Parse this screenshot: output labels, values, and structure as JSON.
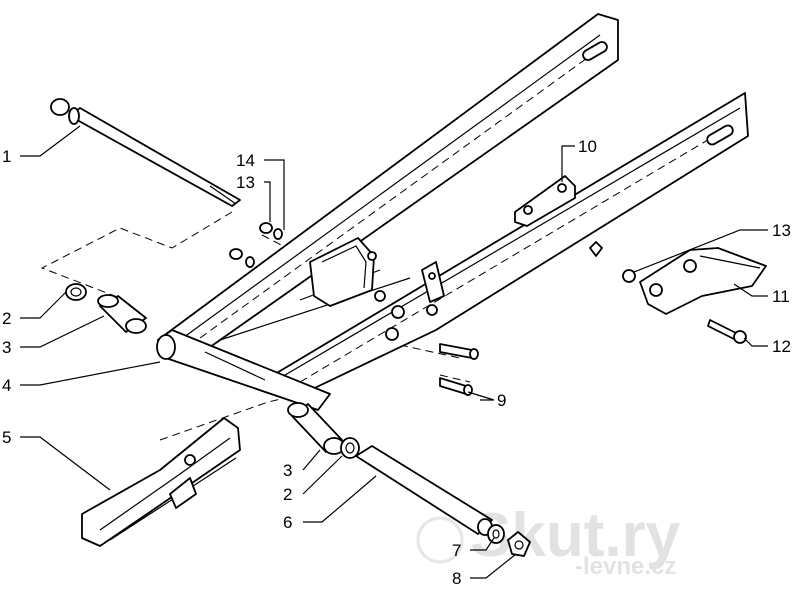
{
  "labels": [
    {
      "id": "1",
      "text": "1"
    },
    {
      "id": "2a",
      "text": "2"
    },
    {
      "id": "3a",
      "text": "3"
    },
    {
      "id": "4",
      "text": "4"
    },
    {
      "id": "5",
      "text": "5"
    },
    {
      "id": "3b",
      "text": "3"
    },
    {
      "id": "2b",
      "text": "2"
    },
    {
      "id": "6",
      "text": "6"
    },
    {
      "id": "7",
      "text": "7"
    },
    {
      "id": "8",
      "text": "8"
    },
    {
      "id": "9",
      "text": "9"
    },
    {
      "id": "10",
      "text": "10"
    },
    {
      "id": "11",
      "text": "11"
    },
    {
      "id": "12",
      "text": "12"
    },
    {
      "id": "13a",
      "text": "13"
    },
    {
      "id": "13b",
      "text": "13"
    },
    {
      "id": "14",
      "text": "14"
    }
  ],
  "watermark": {
    "brand": "Skut.ry",
    "sub": "-levne.cz",
    "color": "#e2e2e2"
  }
}
